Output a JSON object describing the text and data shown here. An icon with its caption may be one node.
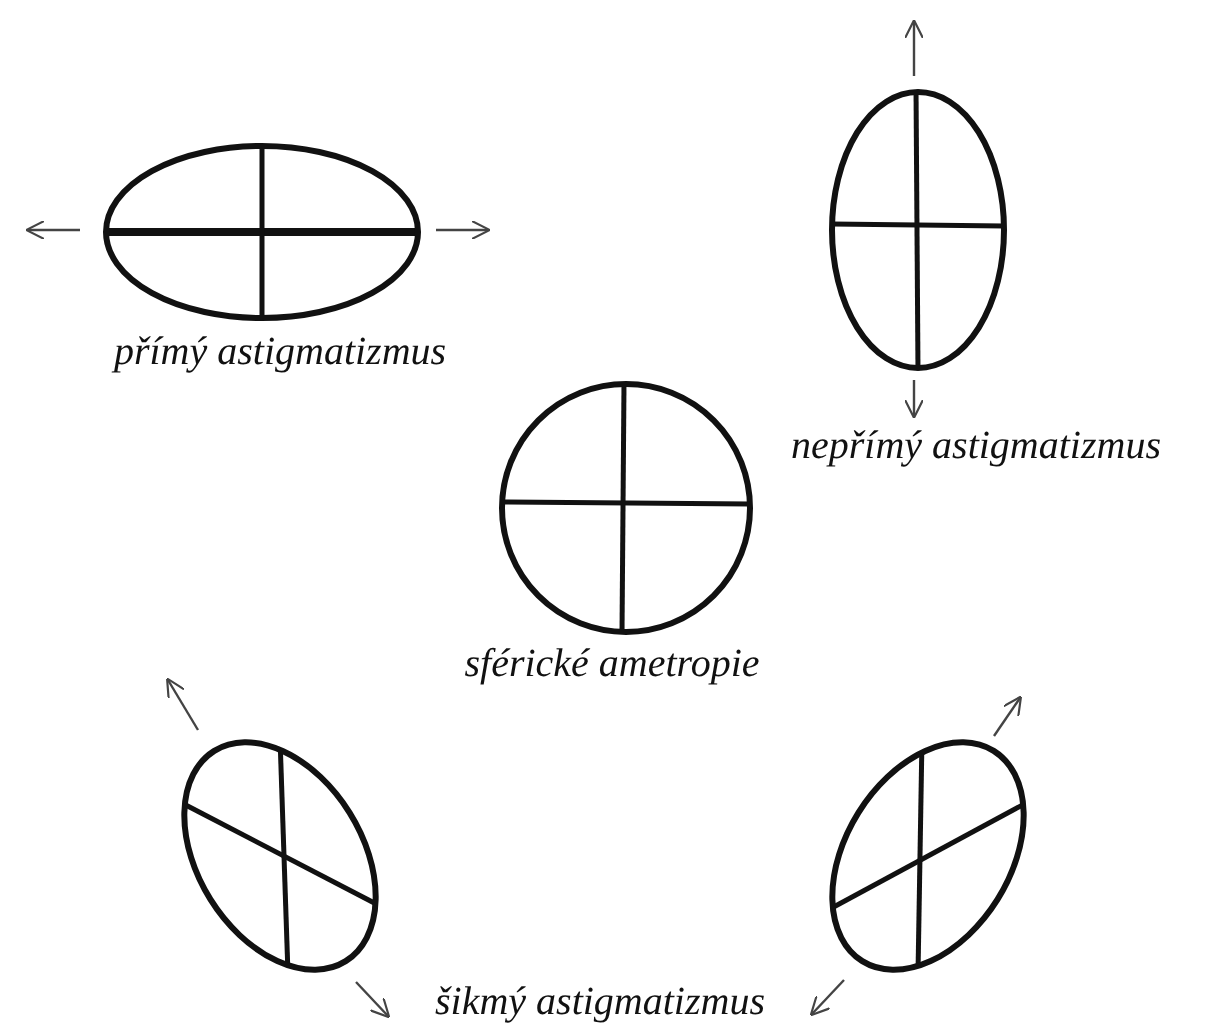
{
  "diagram": {
    "nodes": [
      {
        "text": [],
        "shape": "ellipse",
        "beside": [
          "přímý astigmatizmus"
        ]
      },
      {
        "text": [],
        "shape": "ellipse",
        "beside": [
          "nepřímý astigmatizmus"
        ]
      },
      {
        "text": [],
        "shape": "circle",
        "beside": [
          "sférické ametropie"
        ]
      },
      {
        "text": [],
        "shape": "ellipse"
      },
      {
        "text": [],
        "shape": "ellipse"
      }
    ],
    "labels": [
      "šikmý astigmatizmus"
    ]
  }
}
